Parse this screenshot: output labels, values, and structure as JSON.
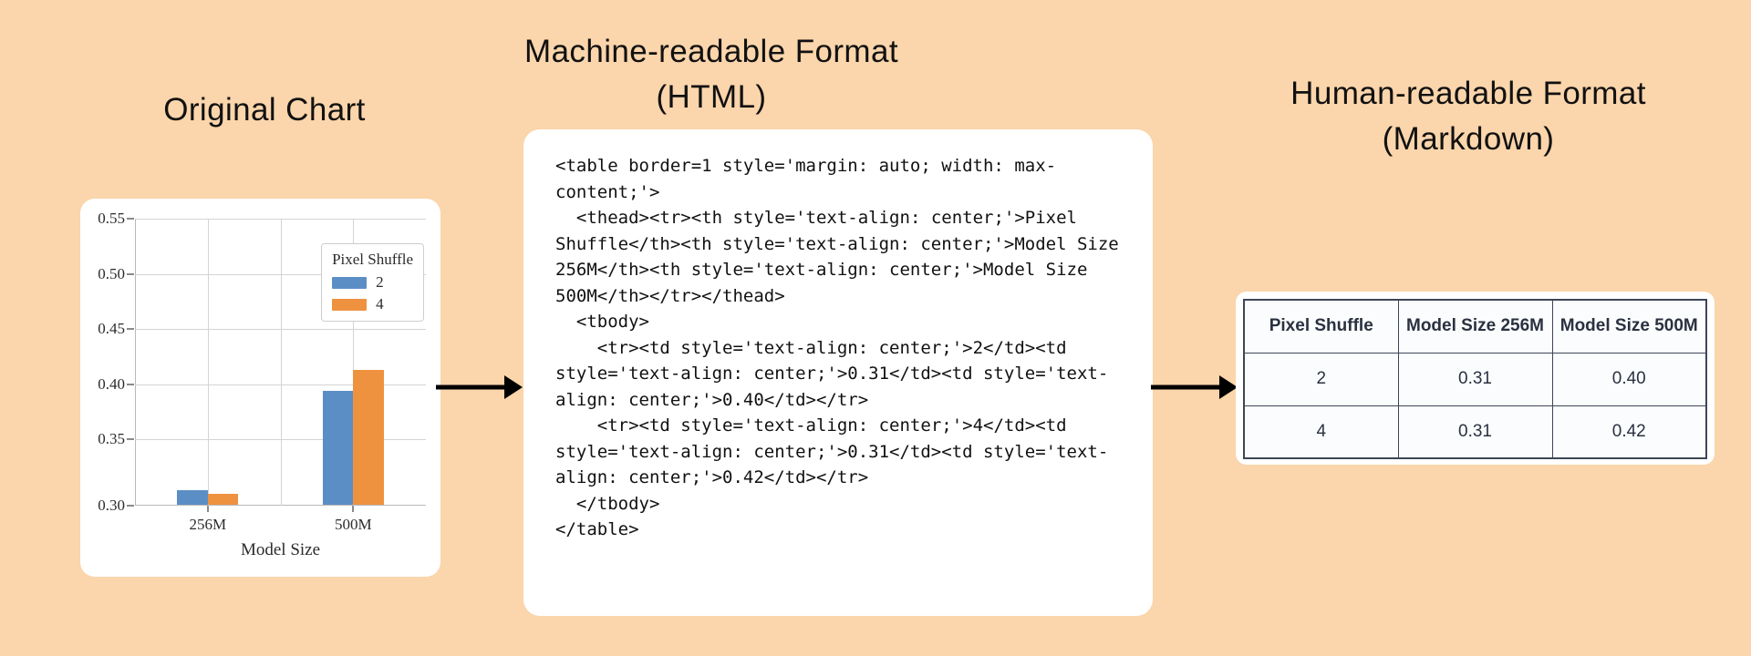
{
  "theme": {
    "background": "#fbd5ab",
    "card_background": "#ffffff",
    "series_2_color": "#5b8ec4",
    "series_4_color": "#ef9240",
    "table_border": "#3d4657",
    "arrow_color": "#000000"
  },
  "headings": {
    "original": "Original Chart",
    "machine": "Machine-readable Format\n(HTML)",
    "human": "Human-readable Format\n(Markdown)"
  },
  "chart_data": {
    "type": "bar",
    "title": "",
    "xlabel": "Model Size",
    "ylabel": "",
    "categories": [
      "256M",
      "500M"
    ],
    "series": [
      {
        "name": "2",
        "values": [
          0.313,
          0.403
        ],
        "color": "#5b8ec4"
      },
      {
        "name": "4",
        "values": [
          0.31,
          0.422
        ],
        "color": "#ef9240"
      }
    ],
    "legend_title": "Pixel Shuffle",
    "legend_position": "upper right",
    "ylim": [
      0.3,
      0.56
    ],
    "yticks": [
      "0.55",
      "0.50",
      "0.45",
      "0.40",
      "0.35",
      "0.30"
    ],
    "ytick_values": [
      0.55,
      0.5,
      0.45,
      0.4,
      0.35,
      0.3
    ],
    "grid": true
  },
  "code_panel": {
    "language": "html",
    "code": "<table border=1 style='margin: auto; width: max-content;'>\n  <thead><tr><th style='text-align: center;'>Pixel Shuffle</th><th style='text-align: center;'>Model Size 256M</th><th style='text-align: center;'>Model Size 500M</th></tr></thead>\n  <tbody>\n    <tr><td style='text-align: center;'>2</td><td style='text-align: center;'>0.31</td><td style='text-align: center;'>0.40</td></tr>\n    <tr><td style='text-align: center;'>4</td><td style='text-align: center;'>0.31</td><td style='text-align: center;'>0.42</td></tr>\n  </tbody>\n</table>"
  },
  "markdown_table": {
    "columns": [
      "Pixel Shuffle",
      "Model Size 256M",
      "Model Size 500M"
    ],
    "rows": [
      [
        "2",
        "0.31",
        "0.40"
      ],
      [
        "4",
        "0.31",
        "0.42"
      ]
    ]
  },
  "arrows": {
    "first": "arrow-chart-to-html",
    "second": "arrow-html-to-markdown"
  }
}
